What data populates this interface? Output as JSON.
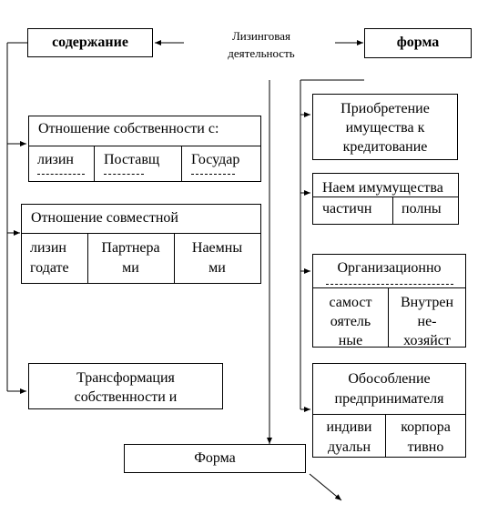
{
  "center": {
    "line1": "Лизинговая",
    "line2": "деятельность"
  },
  "content_box": {
    "label": "содержание"
  },
  "form_box": {
    "label": "форма"
  },
  "ownership": {
    "title": "Отношение собственности с:",
    "cells": [
      "лизин",
      "Поставщ",
      "Государ"
    ]
  },
  "joint": {
    "title": "Отношение совместной",
    "cells": [
      {
        "line1": "лизин",
        "line2": "годате"
      },
      {
        "line1": "Партнера",
        "line2": "ми"
      },
      {
        "line1": "Наемны",
        "line2": "ми"
      }
    ]
  },
  "transform": {
    "line1": "Трансформация",
    "line2": "собственности и"
  },
  "acquisition": {
    "line1": "Приобретение",
    "line2": "имущества к",
    "line3": "кредитование"
  },
  "lease": {
    "title": "Наем имумущества",
    "cells": [
      "частичн",
      "полны"
    ]
  },
  "organization": {
    "title": "Организационно",
    "cells": [
      {
        "line1": "самост",
        "line2": "оятель",
        "line3": "ные"
      },
      {
        "line1": "Внутрен",
        "line2": "не-",
        "line3": "хозяйст"
      }
    ]
  },
  "separation": {
    "line1": "Обособление",
    "line2": "предпринимателя",
    "cells": [
      {
        "line1": "индиви",
        "line2": "дуальн"
      },
      {
        "line1": "корпора",
        "line2": "тивно"
      }
    ]
  },
  "bottom_box": {
    "label": "Форма"
  }
}
